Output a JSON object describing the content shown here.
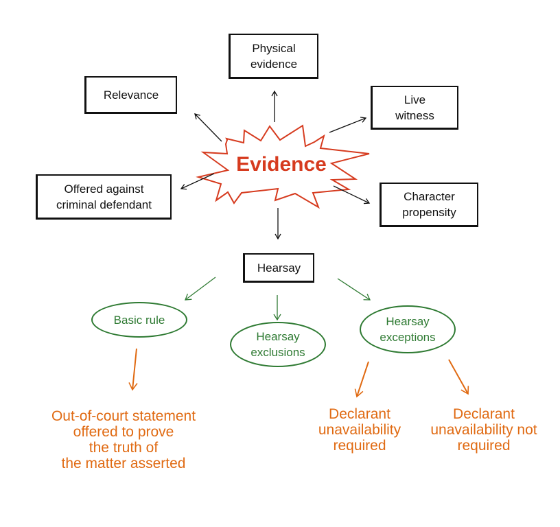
{
  "diagram": {
    "center": {
      "label": "Evidence"
    },
    "colors": {
      "center": "#d63b1f",
      "box_border": "#111111",
      "oval": "#2e7a32",
      "leaf": "#e06a12",
      "arrow_black": "#111111"
    },
    "nodes": {
      "physical_evidence": {
        "lines": [
          "Physical",
          "evidence"
        ]
      },
      "relevance": {
        "lines": [
          "Relevance"
        ]
      },
      "live_witness": {
        "lines": [
          "Live",
          "witness"
        ]
      },
      "offered_against": {
        "lines": [
          "Offered against",
          "criminal defendant"
        ]
      },
      "character_propensity": {
        "lines": [
          "Character",
          "propensity"
        ]
      },
      "hearsay": {
        "lines": [
          "Hearsay"
        ]
      },
      "basic_rule": {
        "lines": [
          "Basic rule"
        ]
      },
      "hearsay_exclusions": {
        "lines": [
          "Hearsay",
          "exclusions"
        ]
      },
      "hearsay_exceptions": {
        "lines": [
          "Hearsay",
          "exceptions"
        ]
      },
      "out_of_court": {
        "lines": [
          "Out-of-court statement",
          "offered to prove",
          "the truth of",
          "the matter asserted"
        ]
      },
      "unavailability_required": {
        "lines": [
          "Declarant",
          "unavailability",
          "required"
        ]
      },
      "unavailability_not_required": {
        "lines": [
          "Declarant",
          "unavailability not",
          "required"
        ]
      }
    },
    "edges": [
      {
        "from": "Evidence",
        "to": "Physical evidence"
      },
      {
        "from": "Evidence",
        "to": "Relevance"
      },
      {
        "from": "Evidence",
        "to": "Live witness"
      },
      {
        "from": "Evidence",
        "to": "Offered against criminal defendant"
      },
      {
        "from": "Evidence",
        "to": "Character propensity"
      },
      {
        "from": "Evidence",
        "to": "Hearsay"
      },
      {
        "from": "Hearsay",
        "to": "Basic rule"
      },
      {
        "from": "Hearsay",
        "to": "Hearsay exclusions"
      },
      {
        "from": "Hearsay",
        "to": "Hearsay exceptions"
      },
      {
        "from": "Basic rule",
        "to": "Out-of-court statement offered to prove the truth of the matter asserted"
      },
      {
        "from": "Hearsay exceptions",
        "to": "Declarant unavailability required"
      },
      {
        "from": "Hearsay exceptions",
        "to": "Declarant unavailability not required"
      }
    ]
  }
}
